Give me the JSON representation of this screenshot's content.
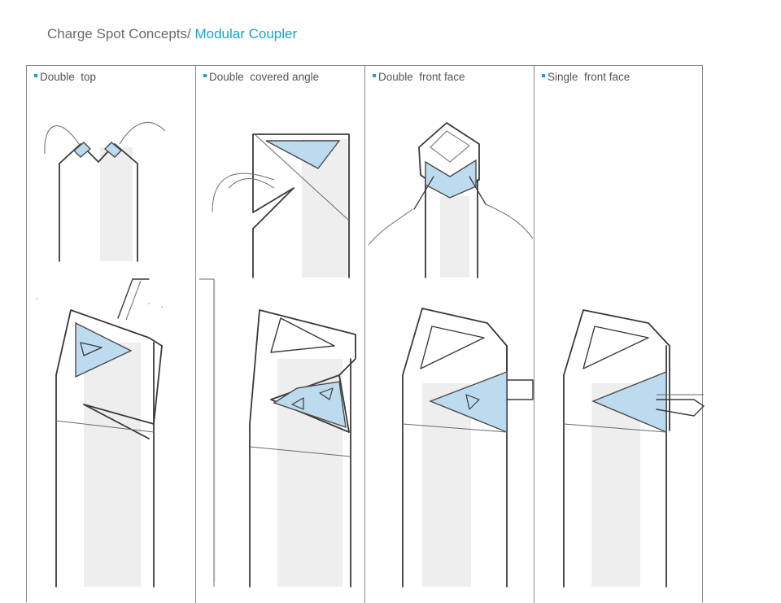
{
  "title": {
    "prefix": "Charge Spot Concepts/ ",
    "accent": "Modular Coupler"
  },
  "accent_color": "#1aa3c8",
  "panels": [
    {
      "label": "Double  top"
    },
    {
      "label": "Double  covered angle"
    },
    {
      "label": "Double  front face"
    },
    {
      "label": "Single  front face"
    }
  ]
}
